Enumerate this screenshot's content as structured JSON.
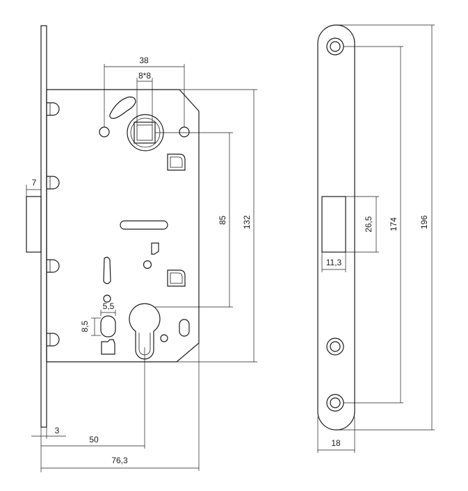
{
  "diagram": {
    "dimensions": {
      "backset_pin": "38",
      "spindle_square": "8*8",
      "faceplate_step": "7",
      "centre_distance": "85",
      "body_height": "132",
      "slot_width": "5,5",
      "slot_height": "8,5",
      "faceplate_thickness": "3",
      "backset": "50",
      "body_depth": "76,3",
      "latch_height": "26,5",
      "latch_width": "11,3",
      "hole_distance": "174",
      "strike_length": "196",
      "strike_width": "18"
    }
  }
}
